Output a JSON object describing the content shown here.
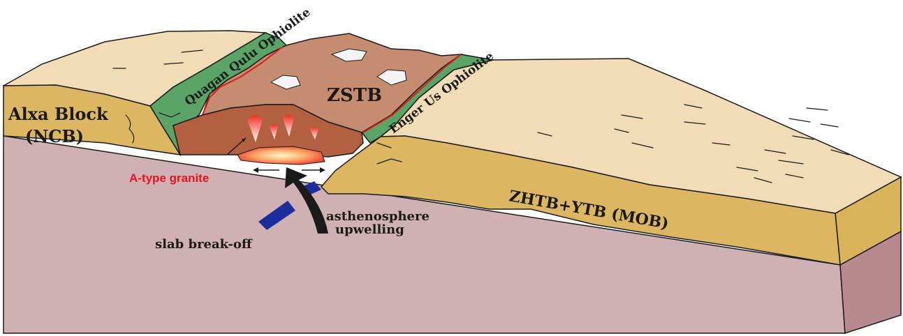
{
  "labels": {
    "alxa_block": "Alxa Block",
    "ncb": "(NCB)",
    "quagan_ophiolite": "Quagan Qulu Ophiolite",
    "zstb": "ZSTB",
    "enger_ophiolite": "Enger Us Ophiolite",
    "a_type_granite": "A-type granite",
    "asthenosphere": "asthenosphere",
    "upwelling": "upwelling",
    "slab_breakoff": "slab break-off",
    "zhtb_mob": "ZHTB+YTB (MOB)"
  },
  "colors": {
    "mantle": "#cfb1b4",
    "mantle_side": "#b88a8f",
    "crust_tan": "#dcb660",
    "surface_beige": "#f2dcb5",
    "ophiolite_green": "#5aa565",
    "terrane_brown": "#c68c70",
    "pluton_brown": "#b2603f",
    "fault_red": "#e11a1a",
    "magma_red": "#f03020",
    "slab_blue": "#1e2d9c",
    "label_red": "#e8141b"
  }
}
